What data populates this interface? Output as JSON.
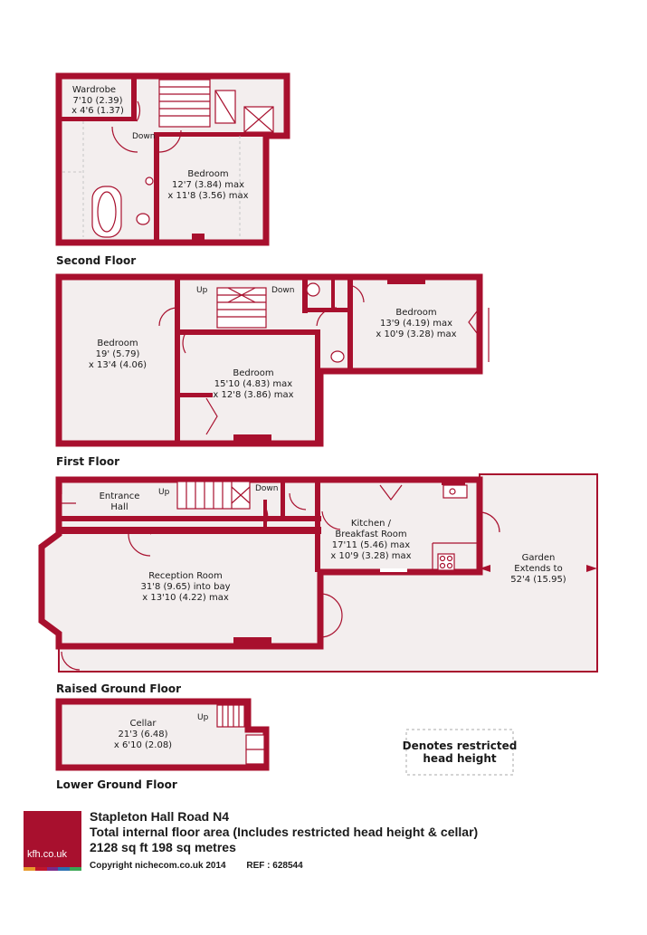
{
  "colors": {
    "wall": "#a8102e",
    "floor": "#f3eeee",
    "text": "#1a1a1a"
  },
  "floors": {
    "second": {
      "title": "Second Floor",
      "wardrobe": {
        "name": "Wardrobe",
        "dim1": "7'10 (2.39)",
        "dim2": "x 4'6 (1.37)"
      },
      "bedroom": {
        "name": "Bedroom",
        "dim1": "12'7 (3.84) max",
        "dim2": "x 11'8 (3.56) max"
      },
      "down_label": "Down"
    },
    "first": {
      "title": "First Floor",
      "bedroom_left": {
        "name": "Bedroom",
        "dim1": "19' (5.79)",
        "dim2": "x 13'4 (4.06)"
      },
      "bedroom_middle": {
        "name": "Bedroom",
        "dim1": "15'10 (4.83) max",
        "dim2": "x 12'8 (3.86) max"
      },
      "bedroom_right": {
        "name": "Bedroom",
        "dim1": "13'9 (4.19) max",
        "dim2": "x 10'9 (3.28) max"
      },
      "up_label": "Up",
      "down_label": "Down"
    },
    "raised_ground": {
      "title": "Raised Ground Floor",
      "entrance_hall": {
        "line1": "Entrance",
        "line2": "Hall"
      },
      "reception": {
        "name": "Reception Room",
        "dim1": "31'8 (9.65) into bay",
        "dim2": "x 13'10 (4.22) max"
      },
      "kitchen": {
        "line1": "Kitchen /",
        "line2": "Breakfast Room",
        "dim1": "17'11 (5.46) max",
        "dim2": "x 10'9 (3.28) max"
      },
      "garden": {
        "line1": "Garden",
        "line2": "Extends to",
        "dim": "52'4 (15.95)"
      },
      "up_label": "Up",
      "down_label": "Down"
    },
    "lower_ground": {
      "title": "Lower Ground Floor",
      "cellar": {
        "name": "Cellar",
        "dim1": "21'3 (6.48)",
        "dim2": "x 6'10 (2.08)"
      },
      "up_label": "Up"
    }
  },
  "legend": {
    "line1": "Denotes restricted",
    "line2": "head height"
  },
  "footer": {
    "logo_text": "kfh.co.uk",
    "logo_bar_colors": [
      "#e89a2c",
      "#c0162d",
      "#7a2a8a",
      "#2a6fb0",
      "#3aa655"
    ],
    "address": "Stapleton Hall Road N4",
    "area_note": "Total internal floor area (Includes restricted head height & cellar)",
    "area_values": "2128 sq ft 198 sq metres",
    "copyright": "Copyright nichecom.co.uk 2014",
    "reference": "REF : 628544"
  }
}
